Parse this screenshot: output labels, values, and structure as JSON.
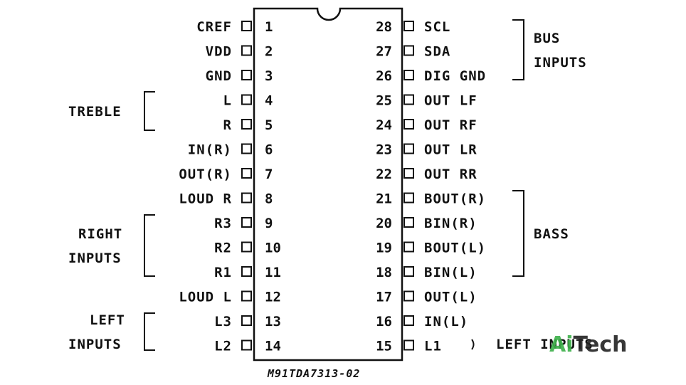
{
  "pins_left": [
    {
      "num": "1",
      "label": "CREF"
    },
    {
      "num": "2",
      "label": "VDD"
    },
    {
      "num": "3",
      "label": "GND"
    },
    {
      "num": "4",
      "label": "L"
    },
    {
      "num": "5",
      "label": "R"
    },
    {
      "num": "6",
      "label": "IN(R)"
    },
    {
      "num": "7",
      "label": "OUT(R)"
    },
    {
      "num": "8",
      "label": "LOUD R"
    },
    {
      "num": "9",
      "label": "R3"
    },
    {
      "num": "10",
      "label": "R2"
    },
    {
      "num": "11",
      "label": "R1"
    },
    {
      "num": "12",
      "label": "LOUD L"
    },
    {
      "num": "13",
      "label": "L3"
    },
    {
      "num": "14",
      "label": "L2"
    }
  ],
  "pins_right": [
    {
      "num": "28",
      "label": "SCL"
    },
    {
      "num": "27",
      "label": "SDA"
    },
    {
      "num": "26",
      "label": "DIG GND"
    },
    {
      "num": "25",
      "label": "OUT LF"
    },
    {
      "num": "24",
      "label": "OUT RF"
    },
    {
      "num": "23",
      "label": "OUT LR"
    },
    {
      "num": "22",
      "label": "OUT RR"
    },
    {
      "num": "21",
      "label": "BOUT(R)"
    },
    {
      "num": "20",
      "label": "BIN(R)"
    },
    {
      "num": "19",
      "label": "BOUT(L)"
    },
    {
      "num": "18",
      "label": "BIN(L)"
    },
    {
      "num": "17",
      "label": "OUT(L)"
    },
    {
      "num": "16",
      "label": "IN(L)"
    },
    {
      "num": "15",
      "label": "L1"
    }
  ],
  "groups": {
    "treble": "TREBLE",
    "right_inputs": [
      "RIGHT",
      "INPUTS"
    ],
    "left_inputs": [
      "LEFT",
      "INPUTS"
    ],
    "bus_inputs": [
      "BUS",
      "INPUTS"
    ],
    "bass": "BASS",
    "left_inputs_right": "LEFT INPUTS"
  },
  "caption": "M91TDA7313-02",
  "watermark": {
    "part1": "Ai",
    "part2": "Tech",
    "color1": "#3db04a",
    "color2": "#222222"
  }
}
